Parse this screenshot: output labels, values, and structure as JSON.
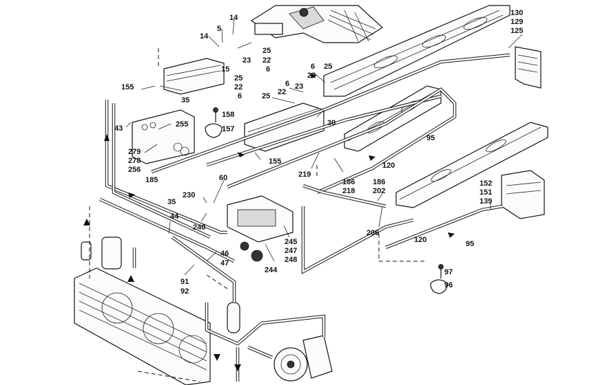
{
  "labels": [
    {
      "id": "14a",
      "text": "14"
    },
    {
      "id": "5",
      "text": "5"
    },
    {
      "id": "14b",
      "text": "14"
    },
    {
      "id": "25a",
      "text": "25"
    },
    {
      "id": "22a",
      "text": "22"
    },
    {
      "id": "6a",
      "text": "6"
    },
    {
      "id": "23a",
      "text": "23"
    },
    {
      "id": "15",
      "text": "15"
    },
    {
      "id": "25b",
      "text": "25"
    },
    {
      "id": "22b",
      "text": "22"
    },
    {
      "id": "6b",
      "text": "6"
    },
    {
      "id": "130",
      "text": "130"
    },
    {
      "id": "129",
      "text": "129"
    },
    {
      "id": "125",
      "text": "125"
    },
    {
      "id": "155a",
      "text": "155"
    },
    {
      "id": "35a",
      "text": "35"
    },
    {
      "id": "6c",
      "text": "6"
    },
    {
      "id": "22c",
      "text": "22"
    },
    {
      "id": "25c",
      "text": "25"
    },
    {
      "id": "6d",
      "text": "6"
    },
    {
      "id": "23b",
      "text": "23"
    },
    {
      "id": "22d",
      "text": "22"
    },
    {
      "id": "25d",
      "text": "25"
    },
    {
      "id": "30",
      "text": "30"
    },
    {
      "id": "158",
      "text": "158"
    },
    {
      "id": "157",
      "text": "157"
    },
    {
      "id": "43",
      "text": "43"
    },
    {
      "id": "255",
      "text": "255"
    },
    {
      "id": "95a",
      "text": "95"
    },
    {
      "id": "279",
      "text": "279"
    },
    {
      "id": "278",
      "text": "278"
    },
    {
      "id": "256",
      "text": "256"
    },
    {
      "id": "155b",
      "text": "155"
    },
    {
      "id": "120a",
      "text": "120"
    },
    {
      "id": "219",
      "text": "219"
    },
    {
      "id": "186a",
      "text": "186"
    },
    {
      "id": "218",
      "text": "218"
    },
    {
      "id": "185",
      "text": "185"
    },
    {
      "id": "60",
      "text": "60"
    },
    {
      "id": "186b",
      "text": "186"
    },
    {
      "id": "202",
      "text": "202"
    },
    {
      "id": "152",
      "text": "152"
    },
    {
      "id": "151",
      "text": "151"
    },
    {
      "id": "139",
      "text": "139"
    },
    {
      "id": "230",
      "text": "230"
    },
    {
      "id": "35b",
      "text": "35"
    },
    {
      "id": "44",
      "text": "44"
    },
    {
      "id": "240",
      "text": "240"
    },
    {
      "id": "206",
      "text": "206"
    },
    {
      "id": "245",
      "text": "245"
    },
    {
      "id": "247",
      "text": "247"
    },
    {
      "id": "248",
      "text": "248"
    },
    {
      "id": "120b",
      "text": "120"
    },
    {
      "id": "95b",
      "text": "95"
    },
    {
      "id": "46",
      "text": "46"
    },
    {
      "id": "47",
      "text": "47"
    },
    {
      "id": "244",
      "text": "244"
    },
    {
      "id": "97",
      "text": "97"
    },
    {
      "id": "91",
      "text": "91"
    },
    {
      "id": "92",
      "text": "92"
    },
    {
      "id": "96",
      "text": "96"
    }
  ]
}
